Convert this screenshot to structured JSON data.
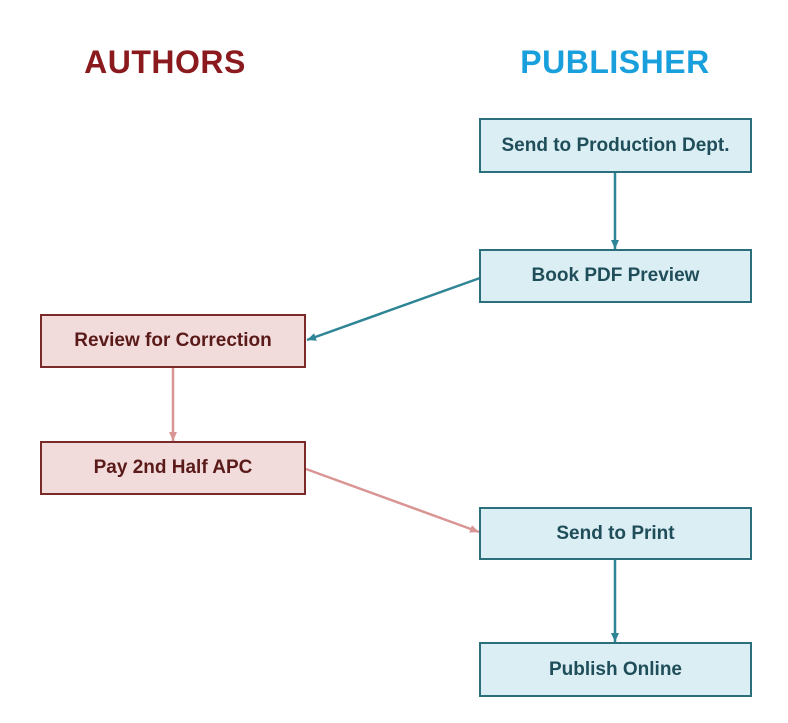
{
  "lanes": {
    "authors": "AUTHORS",
    "publisher": "PUBLISHER"
  },
  "steps": {
    "send_to_production": "Send to Production Dept.",
    "book_pdf_preview": "Book PDF Preview",
    "review_for_correction": "Review for Correction",
    "pay_2nd_half_apc": "Pay 2nd Half APC",
    "send_to_print": "Send to Print",
    "publish_online": "Publish Online"
  },
  "colors": {
    "authors_accent": "#8b1a1f",
    "publisher_accent": "#19a0dc",
    "publisher_box_fill": "#daeef3",
    "publisher_box_border": "#2c6f7c",
    "authors_box_fill": "#f2dcdb",
    "authors_box_border": "#7b2a2a",
    "publisher_arrow": "#2e8595",
    "authors_arrow": "#d99594"
  }
}
